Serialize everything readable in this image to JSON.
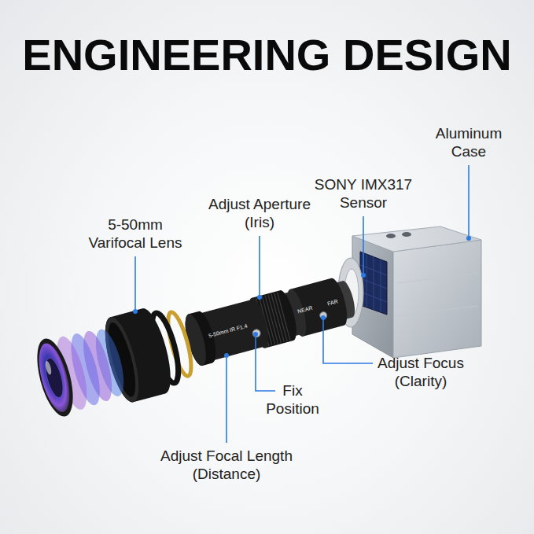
{
  "diagram": {
    "title": "ENGINEERING DESIGN",
    "labels": [
      "5-50mm IR F1.4",
      "NEAR",
      "FAR",
      "5-50mm Varifocal Lens",
      "Adjust Aperture (Iris)",
      "SONY IMX317 Sensor",
      "Aluminum Case",
      "Adjust Focus (Clarity)",
      "Fix Position",
      "Adjust Focal Length (Distance)"
    ]
  }
}
